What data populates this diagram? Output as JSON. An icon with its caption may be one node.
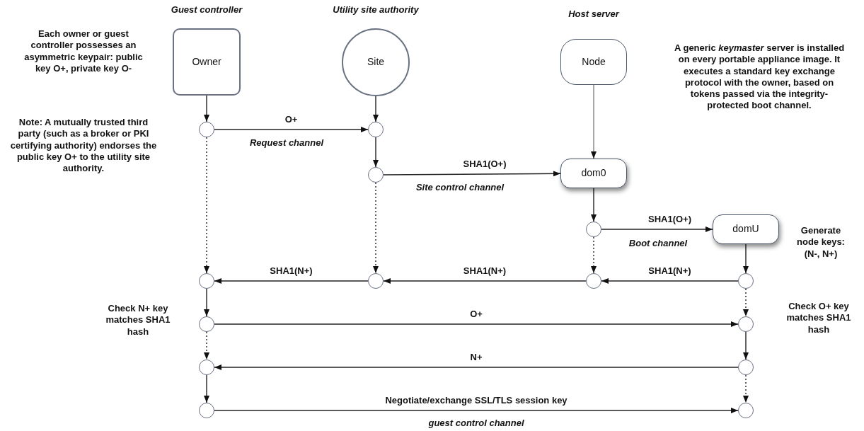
{
  "diagram": {
    "nodes": [
      {
        "text": [
          "Owner"
        ]
      },
      {
        "text": [
          "Site"
        ]
      },
      {
        "text": [
          "Node"
        ]
      },
      {
        "text": [],
        "shape": "circle"
      },
      {
        "text": [],
        "shape": "circle"
      },
      {
        "text": [],
        "shape": "circle"
      },
      {
        "text": [
          "dom0"
        ]
      },
      {
        "text": [],
        "shape": "circle"
      },
      {
        "text": [
          "domU"
        ]
      },
      {
        "text": [],
        "shape": "circle"
      },
      {
        "text": [],
        "shape": "circle"
      },
      {
        "text": [],
        "shape": "circle"
      },
      {
        "text": [],
        "shape": "circle"
      },
      {
        "text": [],
        "shape": "circle"
      },
      {
        "text": [],
        "shape": "circle"
      },
      {
        "text": [],
        "shape": "circle"
      },
      {
        "text": [],
        "shape": "circle"
      },
      {
        "text": [],
        "shape": "circle"
      },
      {
        "text": [],
        "shape": "circle"
      }
    ],
    "edges": [
      {
        "from": 0,
        "to": 3,
        "arrow": "to"
      },
      {
        "from": 1,
        "to": 4,
        "arrow": "to"
      },
      {
        "from": 3,
        "to": 4,
        "arrow": "to",
        "label": "O+"
      },
      {
        "from": 4,
        "to": 5,
        "arrow": "to"
      },
      {
        "from": 5,
        "to": 6,
        "arrow": "to",
        "label": "SHA1(O+)"
      },
      {
        "from": 2,
        "to": 6,
        "arrow": "to",
        "color": "#808080"
      },
      {
        "from": 6,
        "to": 7,
        "arrow": "to"
      },
      {
        "from": 7,
        "to": 8,
        "arrow": "to",
        "label": "SHA1(O+)"
      },
      {
        "from": 3,
        "to": 9,
        "arrow": "to",
        "style": "dashed"
      },
      {
        "from": 5,
        "to": 10,
        "arrow": "to",
        "style": "dashed"
      },
      {
        "from": 7,
        "to": 11,
        "arrow": "to",
        "style": "dashed"
      },
      {
        "from": 8,
        "to": 12,
        "arrow": "to"
      },
      {
        "from": 12,
        "to": 11,
        "arrow": "to",
        "label": "SHA1(N+)"
      },
      {
        "from": 11,
        "to": 10,
        "arrow": "to",
        "label": "SHA1(N+)"
      },
      {
        "from": 10,
        "to": 9,
        "arrow": "to",
        "label": "SHA1(N+)"
      },
      {
        "from": 9,
        "to": 13,
        "arrow": "to"
      },
      {
        "from": 12,
        "to": 14,
        "arrow": "to",
        "style": "dashed"
      },
      {
        "from": 13,
        "to": 14,
        "arrow": "to",
        "label": "O+"
      },
      {
        "from": 14,
        "to": 16,
        "arrow": "to"
      },
      {
        "from": 16,
        "to": 15,
        "arrow": "to",
        "label": "N+"
      },
      {
        "from": 13,
        "to": 15,
        "arrow": "to",
        "style": "dashed"
      },
      {
        "from": 15,
        "to": 17,
        "arrow": "to"
      },
      {
        "from": 16,
        "to": 18,
        "arrow": "to",
        "style": "dashed"
      },
      {
        "from": 17,
        "to": 18,
        "arrow": "to",
        "label": "Negotiate/exchange SSL/TLS session key"
      }
    ],
    "labels": [
      "Guest controller",
      "Utility site authority",
      "Host server",
      "Each owner or guest controller possesses an asymmetric keypair: public key O+, private key O-",
      "A generic *keymaster* server is installed on every portable appliance image. It executes a standard key exchange protocol with the owner, based on tokens passed via the integrity-protected boot channel.",
      "Request channel",
      "Note: A mutually trusted third party (such as a broker or PKI certifying authority) endorses the public key O+ to the utility site authority.",
      "Site control channel",
      "Generate node keys: (N-, N+)",
      "Boot channel",
      "Check O+ key matches SHA1 hash",
      "Check N+ key matches SHA1 hash",
      "guest control channel"
    ]
  }
}
